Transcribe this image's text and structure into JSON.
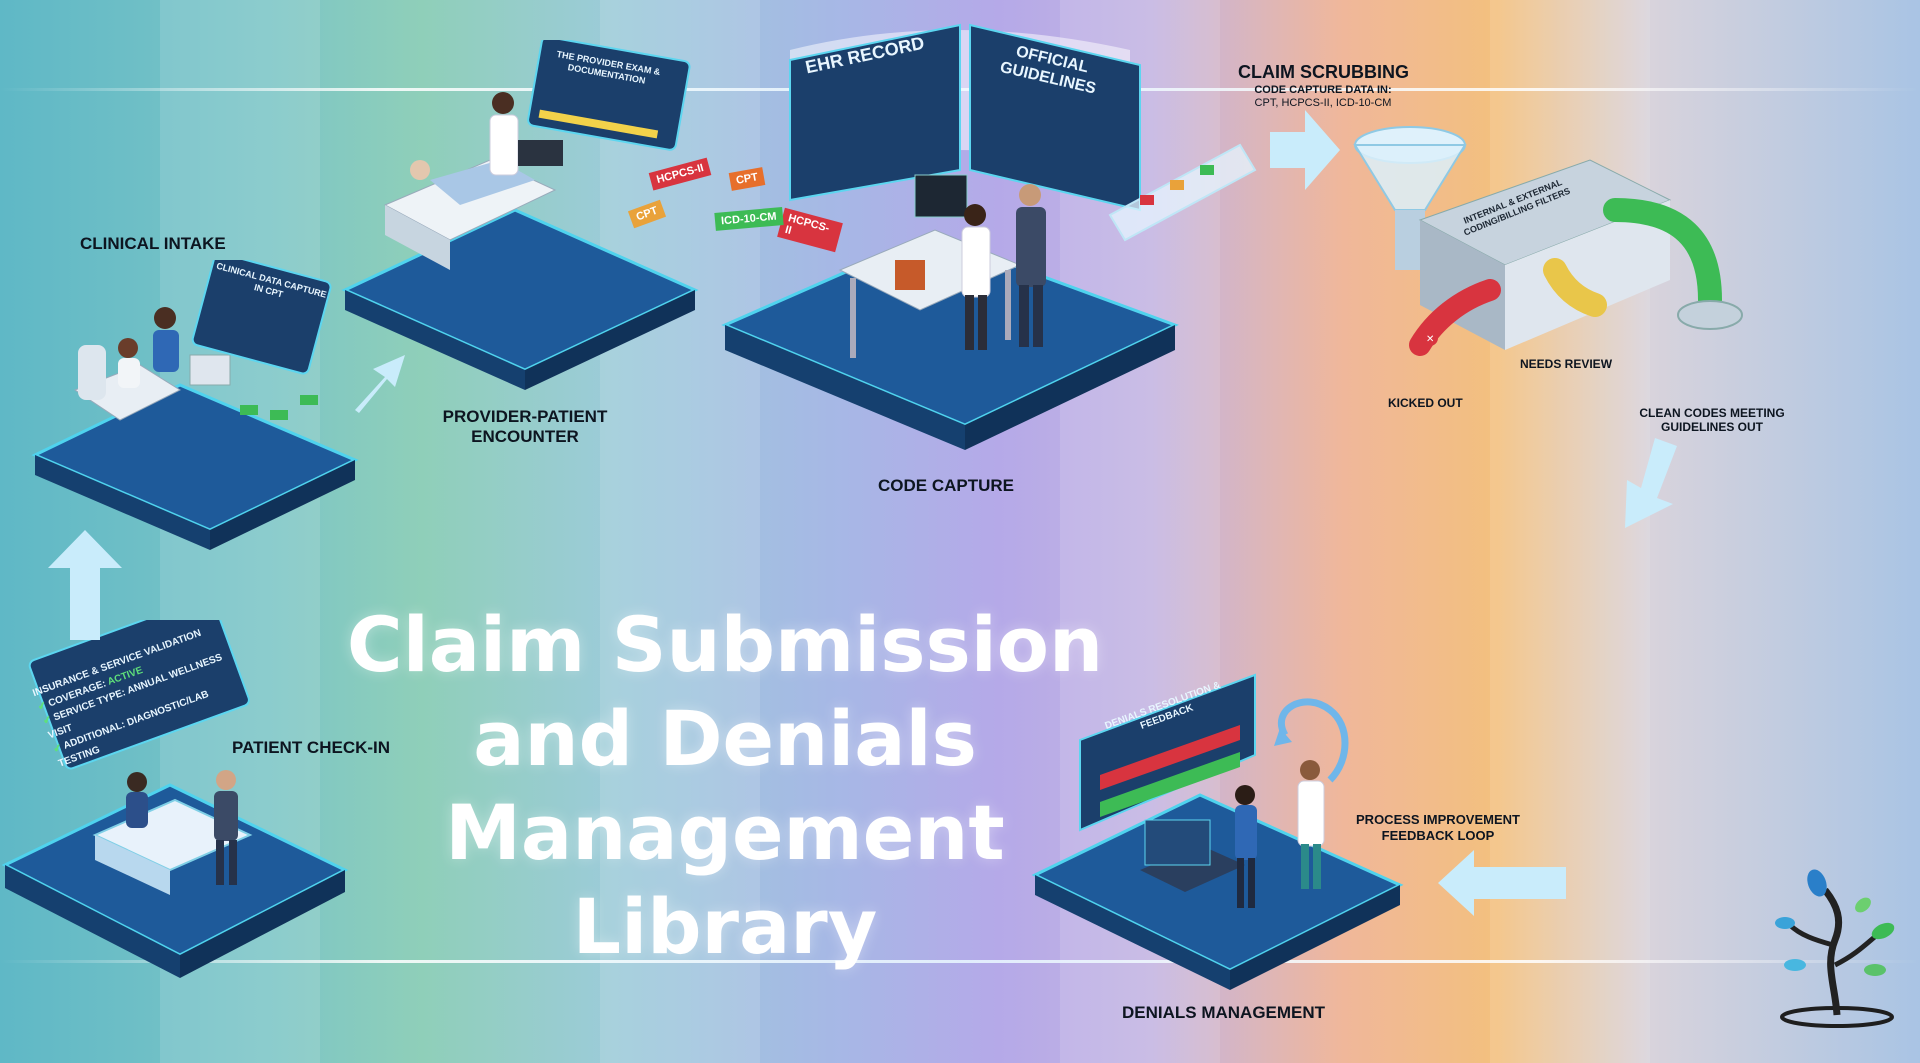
{
  "title": {
    "line1": "Claim Submission",
    "line2": "and Denials",
    "line3": "Management",
    "line4": "Library"
  },
  "stages": {
    "clinical_intake": "CLINICAL INTAKE",
    "provider_patient_1": "PROVIDER-PATIENT",
    "provider_patient_2": "ENCOUNTER",
    "code_capture": "CODE CAPTURE",
    "claim_scrubbing": "CLAIM SCRUBBING",
    "code_capture_data_in": "CODE CAPTURE DATA IN:",
    "code_sets": "CPT, HCPCS-II, ICD-10-CM",
    "needs_review": "NEEDS REVIEW",
    "kicked_out": "KICKED OUT",
    "clean_codes_1": "CLEAN CODES MEETING",
    "clean_codes_2": "GUIDELINES OUT",
    "patient_check_in": "PATIENT CHECK-IN",
    "process_improvement_1": "PROCESS IMPROVEMENT",
    "process_improvement_2": "FEEDBACK LOOP",
    "denials_management": "DENIALS MANAGEMENT"
  },
  "panels": {
    "insurance_title": "INSURANCE & SERVICE VALIDATION",
    "coverage_label": "COVERAGE:",
    "coverage_value": "ACTIVE",
    "service_type": "SERVICE TYPE: ANNUAL WELLNESS VISIT",
    "additional": "ADDITIONAL: DIAGNOSTIC/LAB TESTING",
    "clinical_data": "CLINICAL DATA CAPTURE IN CPT",
    "provider_exam": "THE PROVIDER EXAM & DOCUMENTATION",
    "ehr_record": "EHR RECORD",
    "official_guidelines": "OFFICIAL GUIDELINES",
    "filters": "INTERNAL & EXTERNAL CODING/BILLING FILTERS",
    "denials_resolution": "DENIALS RESOLUTION & FEEDBACK"
  },
  "code_tags": [
    "CPT",
    "HCPCS-II",
    "ICD-10-CM",
    "CPT",
    "HCPCS-II"
  ],
  "colors": {
    "platform": "#1e5a9a",
    "platform_edge": "#4fd3ee",
    "arrow": "#c9ecfb",
    "panel": "#1b3f6b",
    "reject": "#d8343f",
    "review": "#e9c64a",
    "clean": "#3dbb55"
  }
}
